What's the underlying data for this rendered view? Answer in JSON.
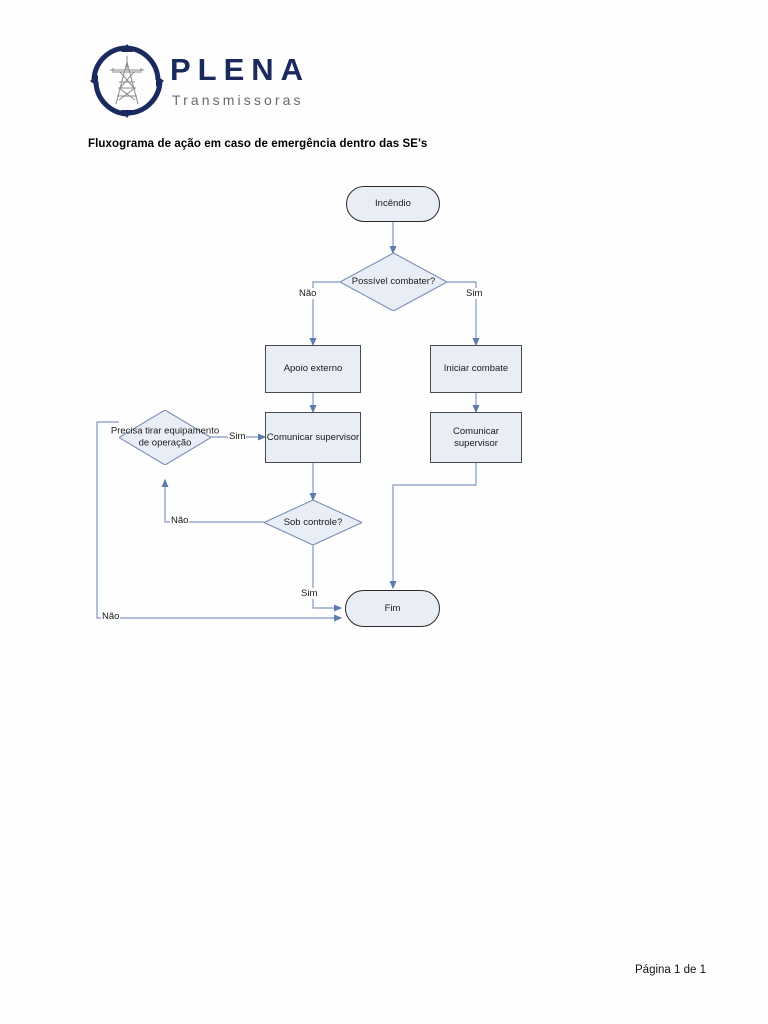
{
  "document": {
    "title": "Fluxograma de ação em caso de emergência dentro das SE's",
    "footer": "Página 1 de 1"
  },
  "logo": {
    "wordmark": "PLENA",
    "tagline": "Transmissoras",
    "mark_icon": "transmission-tower-in-circular-arrows-icon",
    "navy": "#1b2a5e",
    "grey": "#6a6a6a"
  },
  "colors": {
    "node_fill": "#e9eef6",
    "node_border": "#4a4a55",
    "terminal_border": "#2b2b2b",
    "connector": "#8096c0"
  },
  "flowchart": {
    "type": "flowchart",
    "nodes": [
      {
        "id": "inicio",
        "shape": "terminal",
        "label": "Incêndio"
      },
      {
        "id": "possivel",
        "shape": "decision",
        "label": "Possível combater?"
      },
      {
        "id": "apoio",
        "shape": "process",
        "label": "Apoio externo"
      },
      {
        "id": "iniciar",
        "shape": "process",
        "label": "Iniciar combate"
      },
      {
        "id": "comunicar_esq",
        "shape": "process",
        "label": "Comunicar supervisor"
      },
      {
        "id": "comunicar_dir",
        "shape": "process",
        "label": "Comunicar supervisor"
      },
      {
        "id": "precisa",
        "shape": "decision",
        "label": "Precisa tirar equipamento de operação"
      },
      {
        "id": "sob_controle",
        "shape": "decision",
        "label": "Sob controle?"
      },
      {
        "id": "fim",
        "shape": "terminal",
        "label": "Fim"
      }
    ],
    "edges": [
      {
        "from": "inicio",
        "to": "possivel",
        "label": ""
      },
      {
        "from": "possivel",
        "to": "apoio",
        "label": "Não"
      },
      {
        "from": "possivel",
        "to": "iniciar",
        "label": "Sim"
      },
      {
        "from": "apoio",
        "to": "comunicar_esq",
        "label": ""
      },
      {
        "from": "iniciar",
        "to": "comunicar_dir",
        "label": ""
      },
      {
        "from": "precisa",
        "to": "comunicar_esq",
        "label": "Sim"
      },
      {
        "from": "precisa",
        "to": "fim",
        "label": "Não"
      },
      {
        "from": "comunicar_esq",
        "to": "sob_controle",
        "label": ""
      },
      {
        "from": "sob_controle",
        "to": "precisa",
        "label": "Não"
      },
      {
        "from": "sob_controle",
        "to": "fim",
        "label": "Sim"
      },
      {
        "from": "comunicar_dir",
        "to": "fim",
        "label": ""
      }
    ],
    "edge_labels": {
      "possivel_nao": "Não",
      "possivel_sim": "Sim",
      "precisa_sim": "Sim",
      "precisa_nao": "Não",
      "sob_nao": "Não",
      "sob_sim": "Sim"
    }
  }
}
